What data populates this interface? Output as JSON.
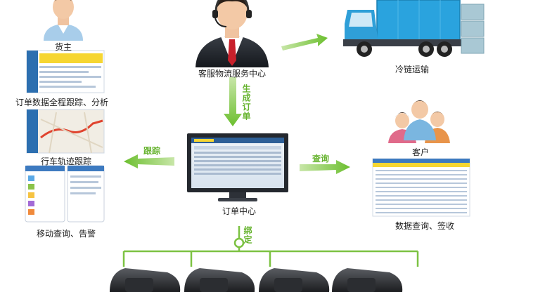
{
  "nodes": {
    "shipper": "货主",
    "service_center": "客服物流服务中心",
    "cold_chain": "冷链运输",
    "order_tracking": "订单数据全程跟踪、分析",
    "vehicle_track": "行车轨迹跟踪",
    "customer": "客户",
    "order_center": "订单中心",
    "mobile_query": "移动查询、告警",
    "data_query": "数据查询、签收"
  },
  "edges": {
    "generate_order": "生成订单",
    "tracking": "跟踪",
    "query": "查询",
    "binding": "绑定"
  },
  "colors": {
    "arrow_green": "#7cc242",
    "label_green": "#66b32e",
    "truck_blue": "#2aa3de"
  }
}
